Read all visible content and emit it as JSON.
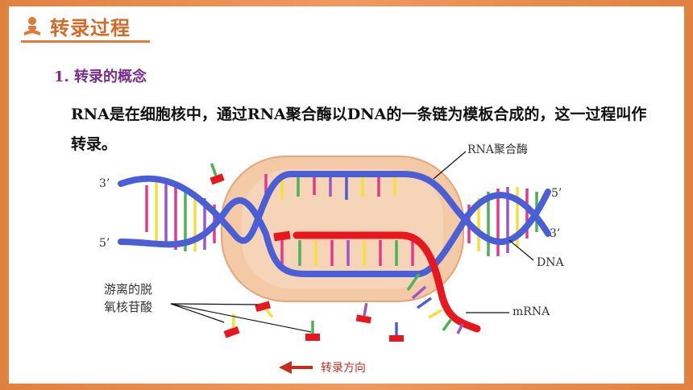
{
  "header": {
    "title": "转录过程",
    "icon": "reading-person-icon"
  },
  "section": {
    "heading": "1. 转录的概念"
  },
  "concept": {
    "text": "RNA是在细胞核中，通过RNA聚合酶以DNA的一条链为模板合成的，这一过程叫作转录。"
  },
  "diagram": {
    "labels": {
      "enzyme": "RNA聚合酶",
      "end_3_left": "3’",
      "end_5_left": "5’",
      "end_5_right": "5’",
      "end_3_right": "3’",
      "dna": "DNA",
      "free_nucleotides_line1": "游离的脱",
      "free_nucleotides_line2": "氧核苷酸",
      "mrna": "mRNA",
      "direction": "转录方向"
    },
    "colors": {
      "backbone": "#4a5ed6",
      "mrna": "#e8161d",
      "enzyme": "#f3c9a6",
      "accent": "#e07a3a",
      "arrow": "#c0311d"
    }
  }
}
